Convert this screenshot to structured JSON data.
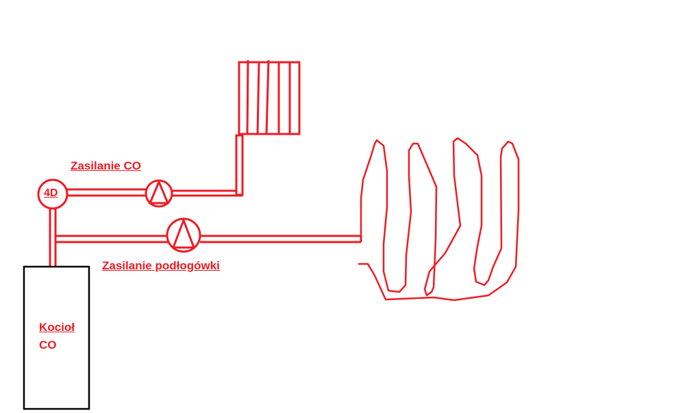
{
  "colors": {
    "pipe": "#ed1c24",
    "boiler": "#000000"
  },
  "labels": {
    "valve": "4D",
    "supply_co": "Zasilanie CO",
    "supply_floor": "Zasilanie podłogówki",
    "boiler_line1": "Kocioł",
    "boiler_line2": "CO"
  }
}
